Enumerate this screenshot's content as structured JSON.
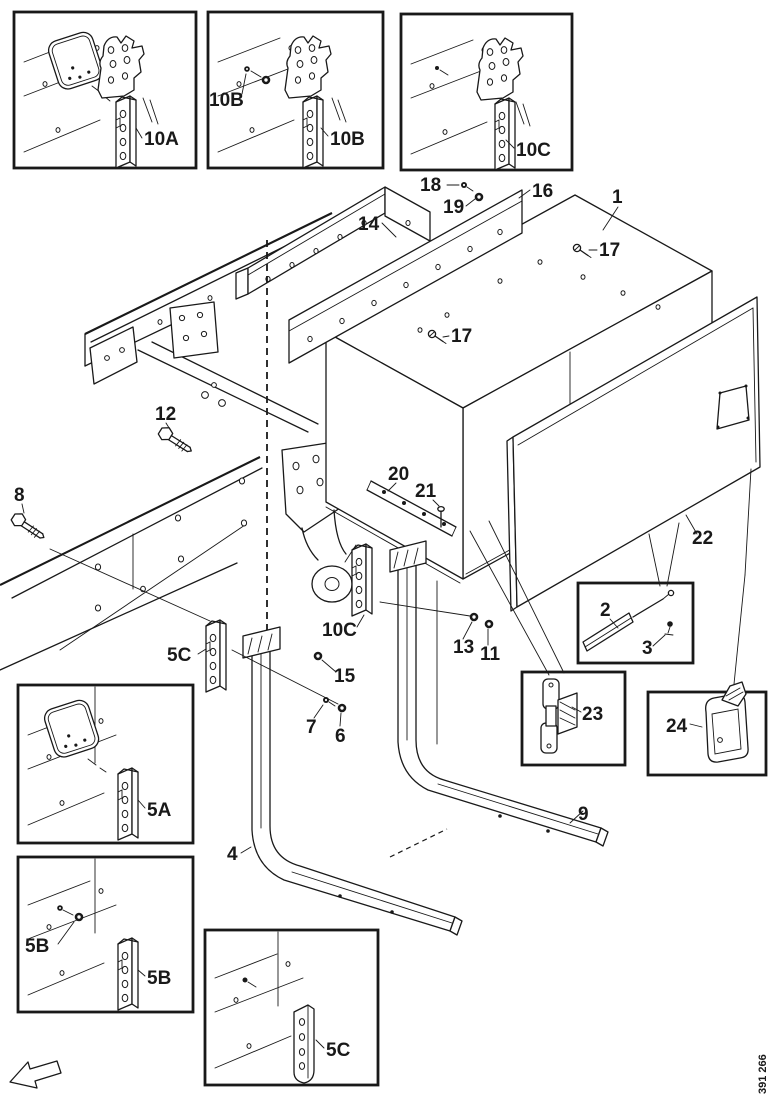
{
  "figure_number": "391 266",
  "colors": {
    "background": "#ffffff",
    "line": "#191919"
  },
  "callouts": {
    "c1": "1",
    "c2": "2",
    "c3": "3",
    "c4": "4",
    "c5a": "5A",
    "c5b": "5B",
    "c5c": "5C",
    "c6": "6",
    "c7": "7",
    "c8": "8",
    "c9": "9",
    "c10a": "10A",
    "c10b": "10B",
    "c10c": "10C",
    "c11": "11",
    "c12": "12",
    "c13": "13",
    "c14": "14",
    "c15": "15",
    "c16": "16",
    "c17": "17",
    "c18": "18",
    "c19": "19",
    "c20": "20",
    "c21": "21",
    "c22": "22",
    "c23": "23",
    "c24": "24"
  }
}
